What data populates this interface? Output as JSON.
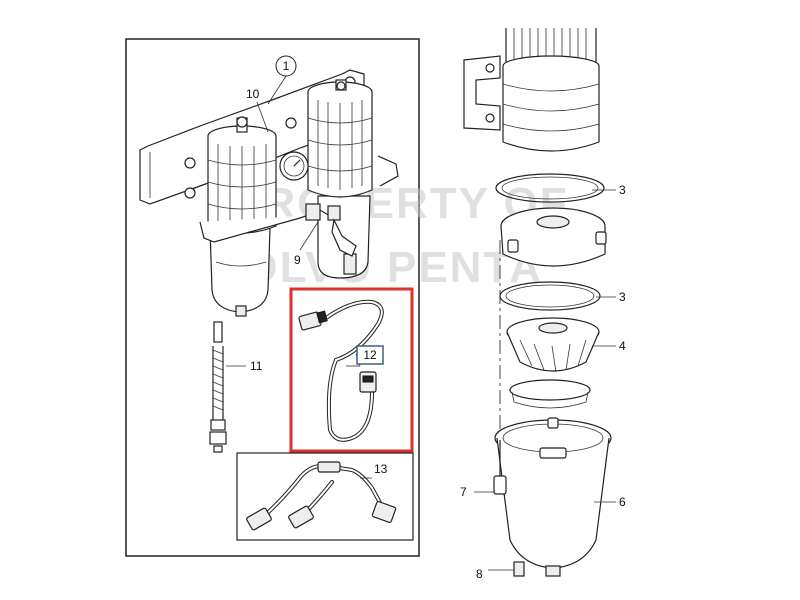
{
  "watermark": {
    "line1": "PROPERTY OF",
    "line2": "VOLVO PENTA"
  },
  "labels": {
    "l1": "1",
    "l3a": "3",
    "l3b": "3",
    "l4": "4",
    "l6": "6",
    "l7": "7",
    "l8": "8",
    "l9": "9",
    "l10": "10",
    "l11": "11",
    "l12": "12",
    "l13": "13"
  },
  "colors": {
    "highlight": "#d9332b",
    "callout_box": "#3b5f87",
    "line": "#222222"
  }
}
